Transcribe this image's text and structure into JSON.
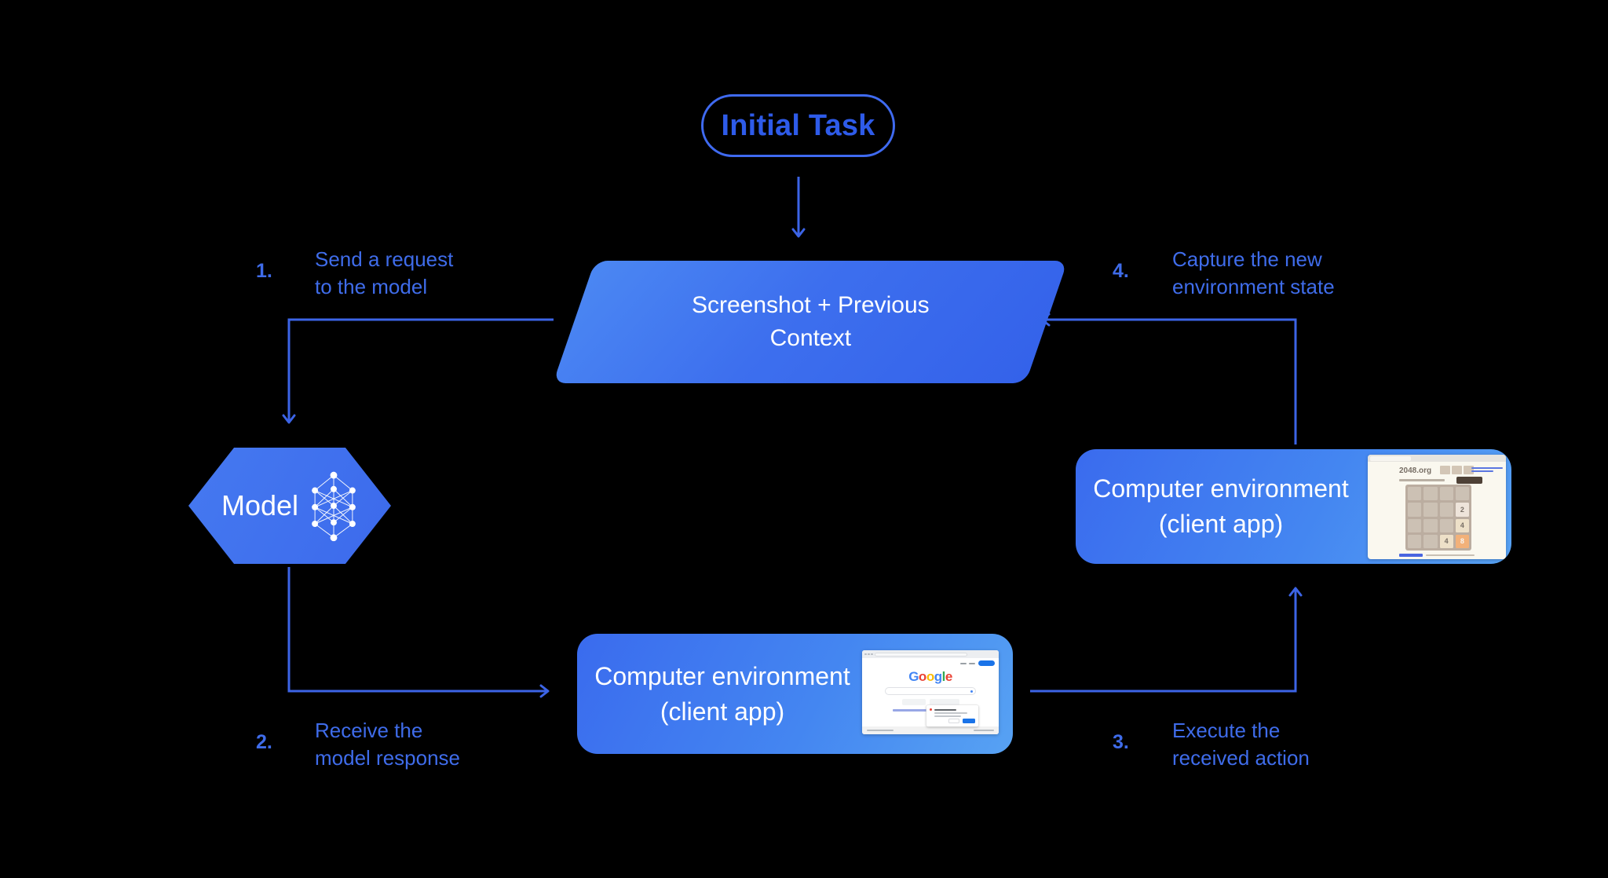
{
  "diagram": {
    "initial_task": {
      "label": "Initial Task"
    },
    "screenshot_context": {
      "line1": "Screenshot + Previous",
      "line2": "Context"
    },
    "model": {
      "label": "Model"
    },
    "env_bottom": {
      "line1": "Computer environment",
      "line2": "(client app)"
    },
    "env_right": {
      "line1": "Computer environment",
      "line2": "(client app)"
    }
  },
  "steps": [
    {
      "num": "1.",
      "line1": "Send a request",
      "line2": "to the model"
    },
    {
      "num": "2.",
      "line1": "Receive the",
      "line2": "model response"
    },
    {
      "num": "3.",
      "line1": "Execute the",
      "line2": "received action"
    },
    {
      "num": "4.",
      "line1": "Capture the new",
      "line2": "environment state"
    }
  ],
  "colors": {
    "background": "#000000",
    "arrow_blue": "#3c64e6",
    "label_blue": "#3f6cea",
    "pill_border": "#3f6af0",
    "pill_text": "#2e5be9",
    "shape_gradient_light": "#57a2f3",
    "shape_gradient_dark": "#3462ea",
    "shape_text": "#ffffff"
  },
  "mini_2048": {
    "site": "2048.org",
    "grid": [
      [
        "",
        "",
        "",
        ""
      ],
      [
        "",
        "",
        "",
        "2"
      ],
      [
        "",
        "",
        "",
        "4"
      ],
      [
        "",
        "",
        "4",
        "8"
      ]
    ],
    "tile_colors": {
      "2": {
        "bg": "#eee4da",
        "fg": "#776e65"
      },
      "4": {
        "bg": "#ede0c8",
        "fg": "#776e65"
      },
      "8": {
        "bg": "#f2b179",
        "fg": "#f9f6f2"
      }
    }
  },
  "mini_google": {
    "logo": [
      {
        "ch": "G",
        "color": "#4285F4"
      },
      {
        "ch": "o",
        "color": "#EA4335"
      },
      {
        "ch": "o",
        "color": "#FBBC05"
      },
      {
        "ch": "g",
        "color": "#4285F4"
      },
      {
        "ch": "l",
        "color": "#34A853"
      },
      {
        "ch": "e",
        "color": "#EA4335"
      }
    ]
  }
}
